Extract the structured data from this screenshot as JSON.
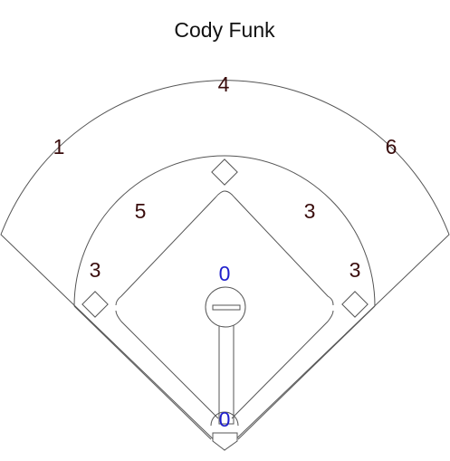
{
  "title": "Cody Funk",
  "colors": {
    "zone_text": "#3a0d0d",
    "center_text": "#1f1fcc",
    "title_text": "#111111",
    "line": "#555555"
  },
  "zones": {
    "left_field": "1",
    "center_field": "4",
    "right_field": "6",
    "left_center_infield": "5",
    "right_center_infield": "3",
    "third_base_area": "3",
    "first_base_area": "3",
    "pitcher": "0",
    "catcher": "0"
  }
}
